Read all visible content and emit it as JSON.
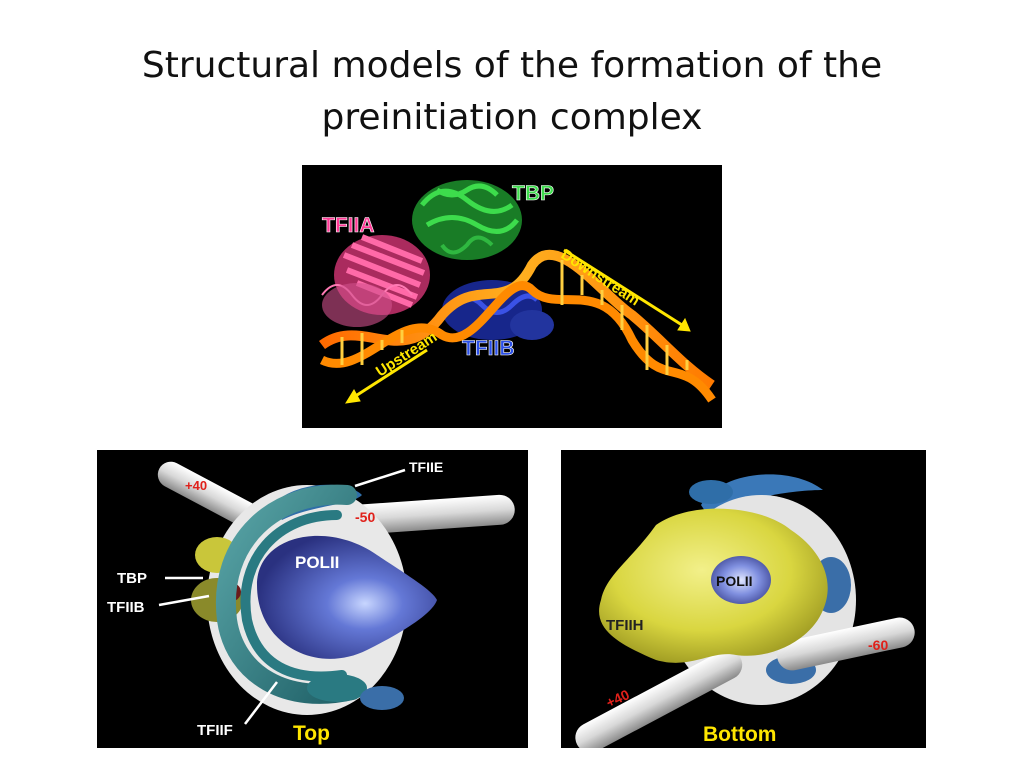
{
  "title": {
    "line1": "Structural models of the formation of the",
    "line2": "preinitiation complex"
  },
  "top_figure": {
    "labels": {
      "tbp": "TBP",
      "tfiia": "TFIIA",
      "tfiib": "TFIIB",
      "downstream": "Downstream",
      "upstream": "Upstream"
    },
    "colors": {
      "tbp": "#2db83a",
      "tfiia": "#e8408a",
      "tfiib": "#2a3fd0",
      "dna": "#ff9a10",
      "arrow": "#ffe600"
    }
  },
  "top_view": {
    "labels": {
      "plus40": "+40",
      "minus50": "-50",
      "tfiie": "TFIIE",
      "polii": "POLII",
      "tbp": "TBP",
      "tfiib": "TFIIB",
      "tfiif": "TFIIF",
      "caption": "Top"
    }
  },
  "bottom_view": {
    "labels": {
      "polii": "POLII",
      "tfiih": "TFIIH",
      "minus60": "-60",
      "plus40": "+40",
      "caption": "Bottom"
    }
  }
}
